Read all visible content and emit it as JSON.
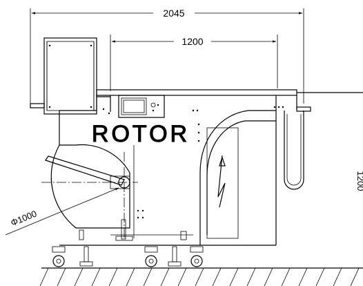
{
  "dimensions": {
    "overall_width": "2045",
    "inner_width": "1200",
    "diameter": "Φ1000",
    "height_partial": "1200"
  },
  "logo_text": "ROTOR"
}
